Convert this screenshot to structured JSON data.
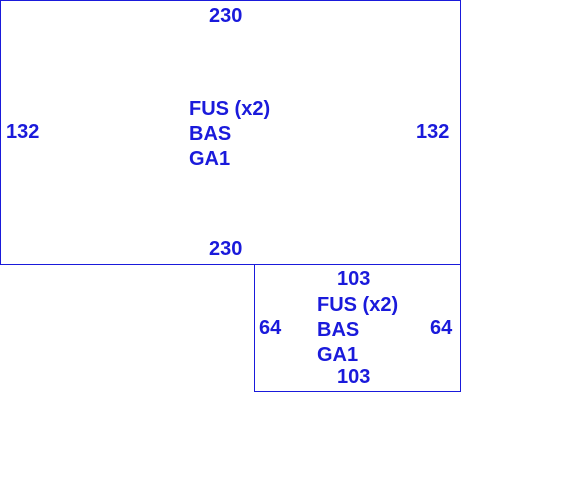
{
  "panels": [
    {
      "top": "230",
      "bottom": "230",
      "left": "132",
      "right": "132",
      "labels": [
        "FUS (x2)",
        "BAS",
        "GA1"
      ]
    },
    {
      "top": "103",
      "bottom": "103",
      "left": "64",
      "right": "64",
      "labels": [
        "FUS (x2)",
        "BAS",
        "GA1"
      ]
    }
  ],
  "colors": {
    "line": "#1a1adb",
    "text": "#1a1adb",
    "background": "#ffffff"
  }
}
